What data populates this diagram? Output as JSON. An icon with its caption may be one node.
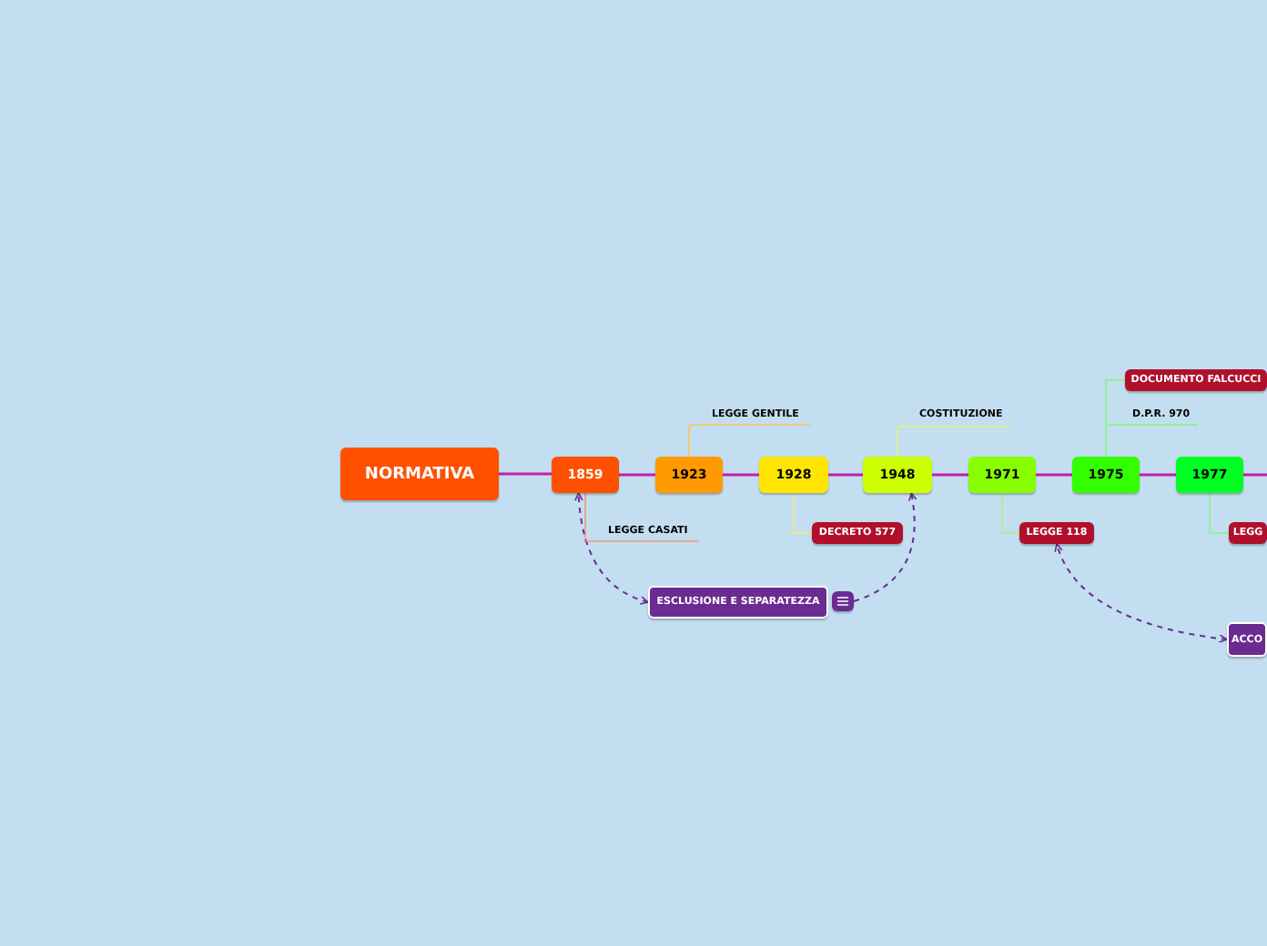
{
  "diagram": {
    "nodes": [
      {
        "text": [
          "NORMATIVA"
        ]
      },
      {
        "text": [
          "1859"
        ]
      },
      {
        "text": [
          "1923"
        ]
      },
      {
        "text": [
          "1928"
        ]
      },
      {
        "text": [
          "1948"
        ]
      },
      {
        "text": [
          "1971"
        ]
      },
      {
        "text": [
          "1975"
        ]
      },
      {
        "text": [
          "1977"
        ]
      },
      {
        "text": [
          "LEGGE CASATI"
        ]
      },
      {
        "text": [
          "LEGGE GENTILE"
        ]
      },
      {
        "text": [
          "DECRETO 577"
        ]
      },
      {
        "text": [
          "COSTITUZIONE"
        ]
      },
      {
        "text": [
          "LEGGE 118"
        ]
      },
      {
        "text": [
          "DOCUMENTO FALCUCCI"
        ]
      },
      {
        "text": [
          "D.P.R. 970"
        ]
      },
      {
        "text": [
          "LEGG"
        ]
      },
      {
        "text": [
          "ESCLUSIONE E SEPARATEZZA"
        ]
      },
      {
        "text": [],
        "shape": "box"
      },
      {
        "text": [
          "ACCO"
        ]
      }
    ],
    "edges": [
      {
        "from": 0,
        "to": 1,
        "arrow": "none"
      },
      {
        "from": 1,
        "to": 2,
        "arrow": "none"
      },
      {
        "from": 2,
        "to": 3,
        "arrow": "none"
      },
      {
        "from": 3,
        "to": 4,
        "arrow": "none"
      },
      {
        "from": 4,
        "to": 5,
        "arrow": "none"
      },
      {
        "from": 5,
        "to": 6,
        "arrow": "none"
      },
      {
        "from": 6,
        "to": 7,
        "arrow": "none"
      },
      {
        "from": 7,
        "to": null,
        "arrow": "none"
      },
      {
        "from": 1,
        "to": 8,
        "arrow": "none",
        "color": "#e8a898"
      },
      {
        "from": 2,
        "to": 9,
        "arrow": "none",
        "color": "#f0c878"
      },
      {
        "from": 3,
        "to": 10,
        "arrow": "none",
        "color": "#f0e68a"
      },
      {
        "from": 4,
        "to": 11,
        "arrow": "none",
        "color": "#d8f090"
      },
      {
        "from": 5,
        "to": 12,
        "arrow": "none",
        "color": "#b0f090"
      },
      {
        "from": 6,
        "to": 13,
        "arrow": "none",
        "color": "#90f090"
      },
      {
        "from": 6,
        "to": 14,
        "arrow": "none",
        "color": "#90f090"
      },
      {
        "from": 7,
        "to": 15,
        "arrow": "none",
        "color": "#90f0a8"
      },
      {
        "from": 16,
        "to": 1,
        "arrow": "both",
        "style": "dashed",
        "color": "#6a2c91"
      },
      {
        "from": 17,
        "to": 4,
        "arrow": "to",
        "style": "dashed",
        "color": "#6a2c91"
      },
      {
        "from": 18,
        "to": 12,
        "arrow": "both",
        "style": "dashed",
        "color": "#6a2c91"
      }
    ]
  }
}
